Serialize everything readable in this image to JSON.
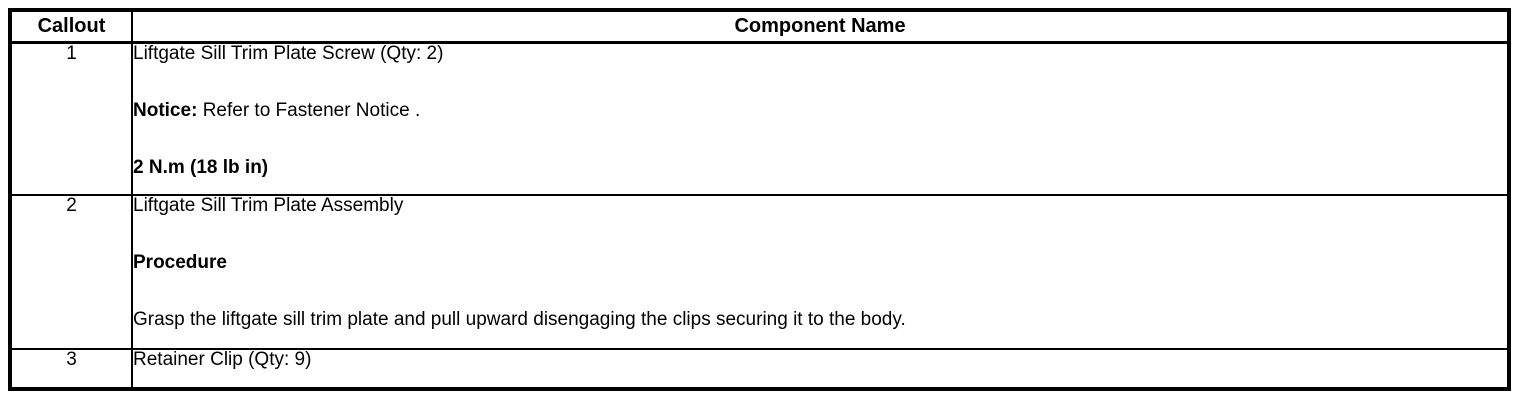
{
  "table": {
    "header": {
      "callout": "Callout",
      "component": "Component Name"
    },
    "rows": [
      {
        "callout": "1",
        "line1": "Liftgate Sill Trim Plate Screw (Qty: 2)",
        "line2_bold": "Notice:",
        "line2_rest": "Refer to Fastener Notice .",
        "line3_bold": "2 N.m (18 lb in)"
      },
      {
        "callout": "2",
        "line1": "Liftgate Sill Trim Plate Assembly",
        "line2_bold": "Procedure",
        "line3": "Grasp the liftgate sill trim plate and pull upward disengaging the clips securing it to the body."
      },
      {
        "callout": "3",
        "line1": "Retainer Clip (Qty: 9)"
      }
    ]
  }
}
